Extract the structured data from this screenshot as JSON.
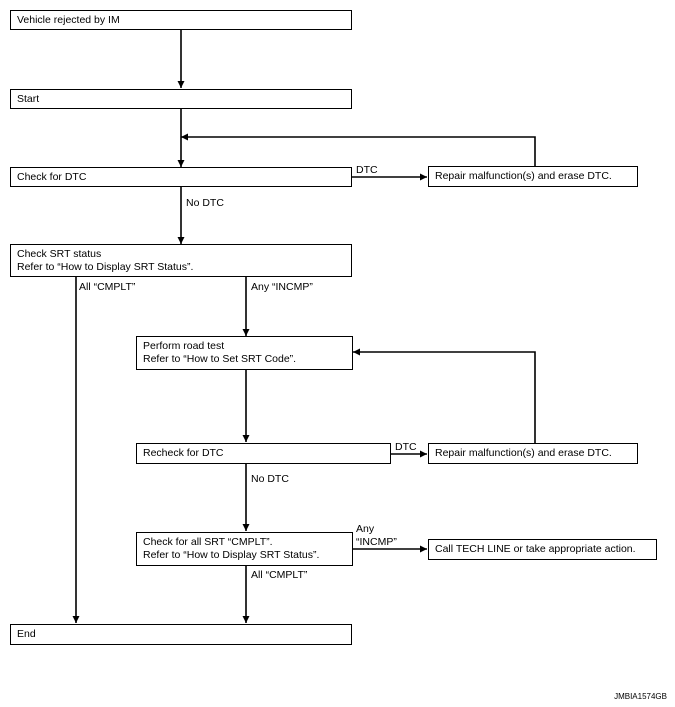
{
  "nodes": {
    "rejected": {
      "line1": "Vehicle rejected by IM"
    },
    "start": {
      "line1": "Start"
    },
    "check_dtc": {
      "line1": "Check for DTC"
    },
    "repair_1": {
      "line1": "Repair malfunction(s) and erase DTC."
    },
    "check_srt": {
      "line1": "Check SRT status",
      "line2": "Refer to “How to Display SRT Status”."
    },
    "road_test": {
      "line1": "Perform road test",
      "line2": "Refer to “How to Set SRT Code”."
    },
    "recheck_dtc": {
      "line1": "Recheck for DTC"
    },
    "repair_2": {
      "line1": "Repair malfunction(s) and erase DTC."
    },
    "check_all_srt": {
      "line1": "Check for all SRT “CMPLT”.",
      "line2": "Refer to “How to Display SRT Status”."
    },
    "tech_line": {
      "line1": "Call TECH LINE or take appropriate action."
    },
    "end": {
      "line1": "End"
    }
  },
  "edge_labels": {
    "dtc_1": "DTC",
    "no_dtc_1": "No DTC",
    "all_cmplt_1": "All “CMPLT”",
    "any_incmp_1": "Any “INCMP”",
    "dtc_2": "DTC",
    "no_dtc_2": "No DTC",
    "any_incmp_2_line1": "Any",
    "any_incmp_2_line2": "“INCMP”",
    "all_cmplt_2": "All “CMPLT”"
  },
  "figure_code": "JMBIA1574GB"
}
